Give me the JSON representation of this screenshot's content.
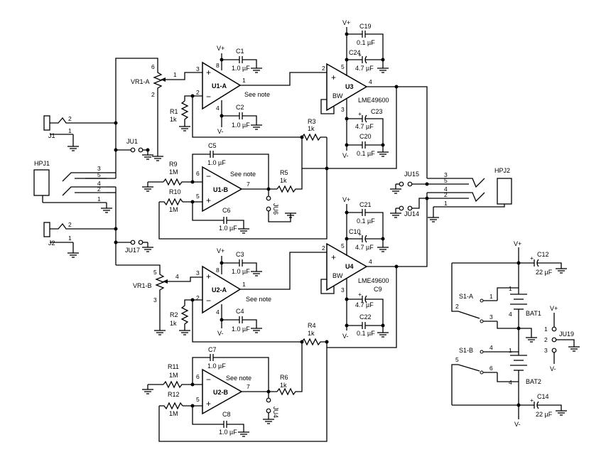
{
  "components": {
    "hpj1": "HPJ1",
    "hpj2": "HPJ2",
    "j1": "J1",
    "j2": "J2",
    "ju1": "JU1",
    "ju4": "JU4",
    "ju6": "JU6",
    "ju14": "JU14",
    "ju15": "JU15",
    "ju17": "JU17",
    "ju19": "JU19",
    "vr1a": "VR1-A",
    "vr1b": "VR1-B",
    "u1a": "U1-A",
    "u1b": "U1-B",
    "u2a": "U2-A",
    "u2b": "U2-B",
    "u3": "U3",
    "u4": "U4",
    "bw": "BW",
    "lme": "LME49600",
    "r1": "R1",
    "r2": "R2",
    "r3": "R3",
    "r4": "R4",
    "r5": "R5",
    "r6": "R6",
    "r9": "R9",
    "r10": "R10",
    "r11": "R11",
    "r12": "R12",
    "c1": "C1",
    "c2": "C2",
    "c3": "C3",
    "c4": "C4",
    "c5": "C5",
    "c6": "C6",
    "c7": "C7",
    "c8": "C8",
    "c9": "C9",
    "c10": "C10",
    "c12": "C12",
    "c14": "C14",
    "c19": "C19",
    "c20": "C20",
    "c21": "C21",
    "c22": "C22",
    "c23": "C23",
    "c24": "C24",
    "s1a": "S1-A",
    "s1b": "S1-B",
    "bat1": "BAT1",
    "bat2": "BAT2"
  },
  "values": {
    "k1": "1k",
    "m1": "1M",
    "uf1": "1.0 µF",
    "uf01": "0.1 µF",
    "uf47": "4.7 µF",
    "uf22": "22 µF"
  },
  "nets": {
    "vplus": "V+",
    "vminus": "V-"
  },
  "notes": {
    "see_note": "See note"
  }
}
